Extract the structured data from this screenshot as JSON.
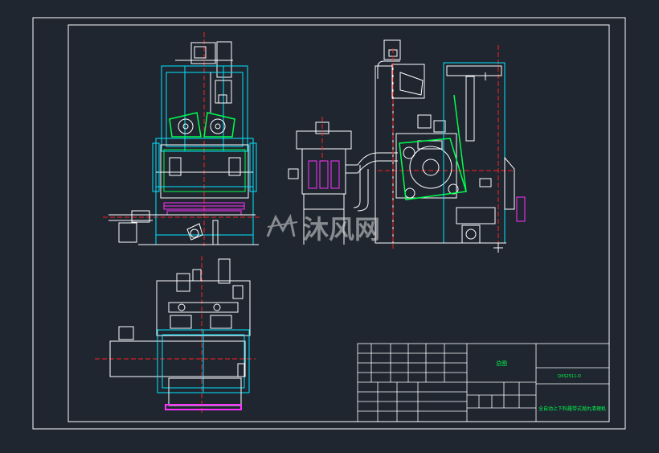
{
  "watermark": {
    "text": "沐风网"
  },
  "title_block": {
    "drawing_name": "总图",
    "drawing_number": "QXS2511-D",
    "machine_title": "全自动上下料履带式抛丸清理机"
  },
  "colors": {
    "background": "#1f2630",
    "frame": "#ffffff",
    "cyan": "#00e5ff",
    "green": "#00ff4d",
    "yellow": "#f0e000",
    "magenta": "#ff33ff",
    "red": "#ff2020",
    "white": "#ffffff"
  }
}
